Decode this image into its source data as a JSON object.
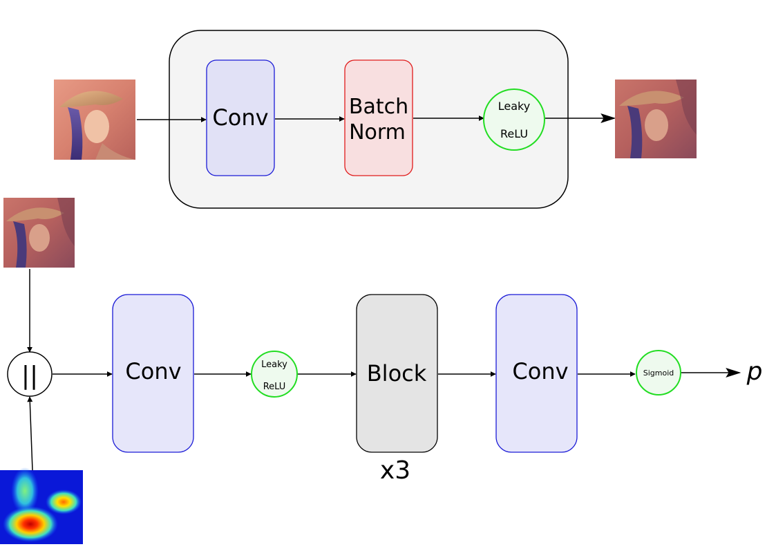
{
  "block_detail": {
    "conv": "Conv",
    "batchnorm_line1": "Batch",
    "batchnorm_line2": "Norm",
    "activation_line1": "Leaky",
    "activation_line2": "ReLU"
  },
  "main": {
    "concat_symbol": "||",
    "conv1": "Conv",
    "activation_line1": "Leaky",
    "activation_line2": "ReLU",
    "block": "Block",
    "repeat": "x3",
    "conv2": "Conv",
    "sigmoid": "Sigmoid",
    "output": "p"
  },
  "colors": {
    "conv_fill": "#e6e6fa",
    "conv_stroke": "#1a1ad6",
    "bn_fill": "#f8dfe0",
    "bn_stroke": "#e01a1a",
    "act_fill": "#eefaee",
    "act_stroke": "#22dd22",
    "block_fill": "#e4e4e4",
    "container_fill": "#f4f4f4"
  },
  "images": {
    "portrait_input": "portrait-thumbnail",
    "portrait_output": "portrait-thumbnail-filtered",
    "portrait_condition": "portrait-thumbnail",
    "heatmap": "heatmap-thumbnail"
  }
}
